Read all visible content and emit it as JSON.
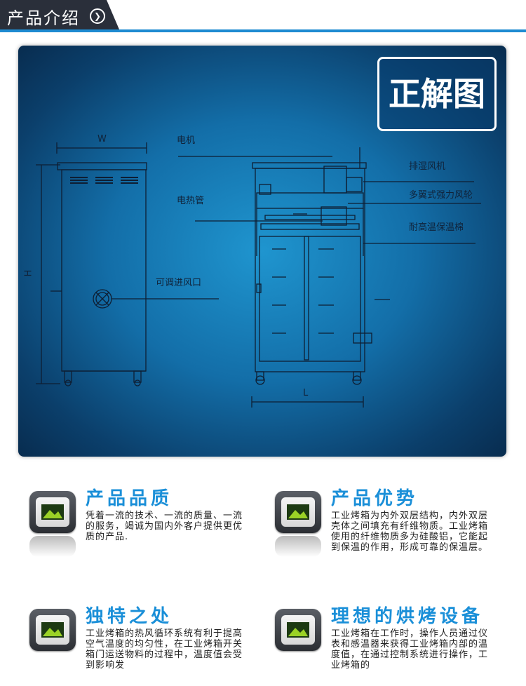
{
  "header": {
    "title": "产品介绍",
    "arrow_icon": "circle-chevron-right-icon",
    "accent": "#1e8bd1"
  },
  "diagram": {
    "badge": "正解图",
    "dims": {
      "w": "W",
      "h": "H",
      "l": "L"
    },
    "labels": {
      "motor": "电机",
      "heater": "电热管",
      "inlet": "可调进风口",
      "exhaust_fan": "排湿风机",
      "impeller": "多翼式强力风轮",
      "insulation": "耐高温保温棉"
    }
  },
  "features": [
    {
      "icon": "image-icon",
      "title": "产品品质",
      "body": "凭着一流的技术、一流的质量、一流的服务，竭诚为国内外客户提供更优质的产品."
    },
    {
      "icon": "image-icon",
      "title": "产品优势",
      "body": "工业烤箱为内外双层结构，内外双层壳体之间填充有纤维物质。工业烤箱使用的纤维物质多为硅酸铝，它能起到保温的作用，形成可靠的保温层。"
    },
    {
      "icon": "image-icon",
      "title": "独特之处",
      "body": "工业烤箱的热风循环系统有利于提高空气温度的均匀性，在工业烤箱开关箱门运送物料的过程中，温度值会受到影响发"
    },
    {
      "icon": "image-icon",
      "title": "理想的烘烤设备",
      "body": "工业烤箱在工作时，操作人员通过仪表和感温器来获得工业烤箱内部的温度值，在通过控制系统进行操作，工业烤箱的"
    }
  ]
}
